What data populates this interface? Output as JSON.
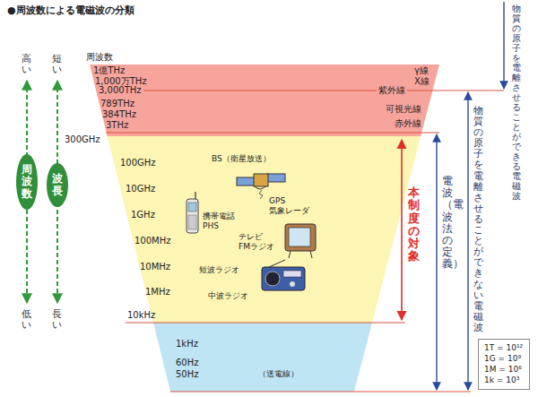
{
  "diagram": {
    "title": "●周波数による電磁波の分類",
    "nodes": [
      {
        "text": [
          "周波数"
        ]
      },
      {
        "text": [
          "波長"
        ]
      },
      {
        "text": [
          "1T = 10¹²",
          "1G = 10⁹",
          "1M = 10⁶",
          "1k = 10³"
        ]
      }
    ],
    "labels": [
      "周波数",
      "高い",
      "短い",
      "1億THz",
      "1,000万THz",
      "3,000THz",
      "789THz",
      "384THz",
      "3THz",
      "300GHz",
      "γ線",
      "X線",
      "紫外線",
      "可視光線",
      "赤外線",
      "100GHz",
      "10GHz",
      "1GHz",
      "100MHz",
      "10MHz",
      "1MHz",
      "10kHz",
      "1kHz",
      "60Hz",
      "50Hz",
      "低い",
      "長い",
      "BS（衛星放送）",
      "GPS",
      "気象レーダ",
      "携帯電話",
      "PHS",
      "テレビ",
      "FMラジオ",
      "短波ラジオ",
      "中波ラジオ",
      "（送電線）",
      "本制度の対象",
      "電波（電波法の定義）",
      "物質の原子を電離させることができない電磁波",
      "物質の原子を電離させることができる電磁波"
    ]
  }
}
